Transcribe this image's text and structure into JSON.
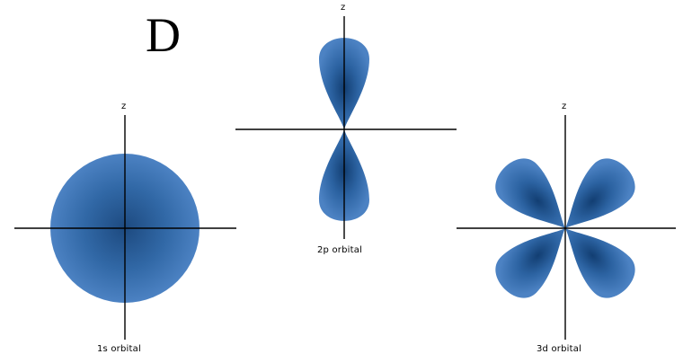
{
  "panel_letter": "D",
  "orbitals": [
    {
      "name": "1s orbital",
      "axis_label": "z"
    },
    {
      "name": "2p orbital",
      "axis_label": "z"
    },
    {
      "name": "3d orbital",
      "axis_label": "z"
    }
  ],
  "colors": {
    "orbital_core": "#1f4f86",
    "orbital_mid": "#2f67a4",
    "orbital_edge": "#4a7fc0",
    "axis": "#000000"
  }
}
